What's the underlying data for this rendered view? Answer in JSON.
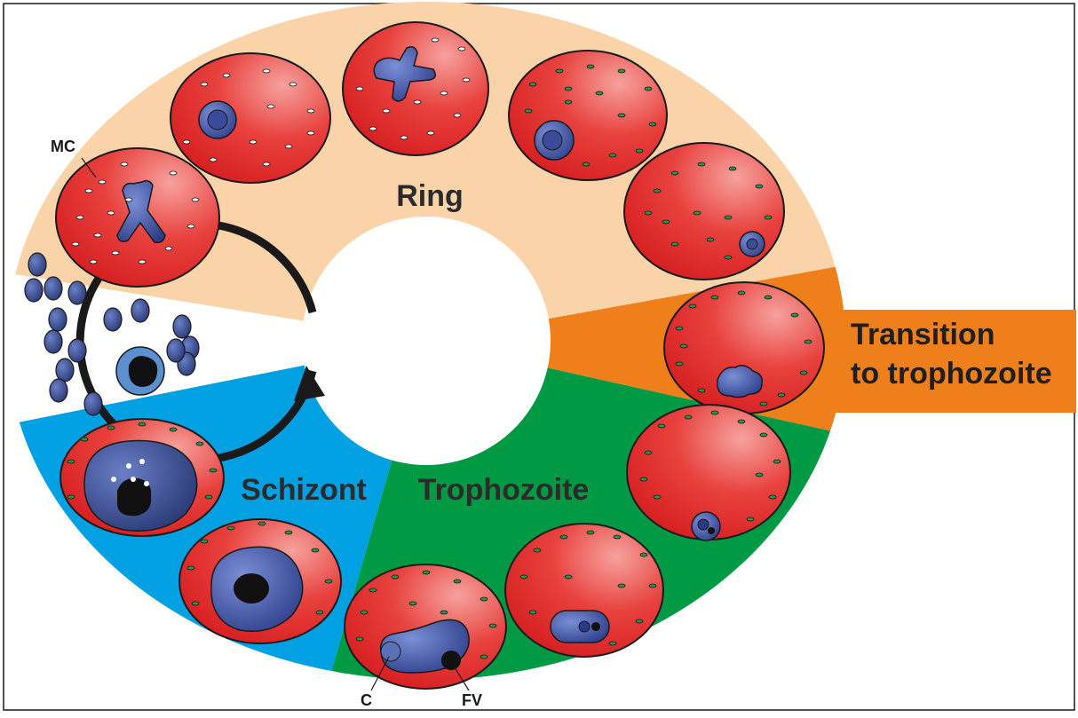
{
  "stages": {
    "ring": "Ring",
    "transition_line1": "Transition",
    "transition_line2": "to trophozoite",
    "trophozoite": "Trophozoite",
    "schizont": "Schizont"
  },
  "labels": {
    "mc": "MC",
    "c": "C",
    "fv": "FV"
  },
  "colors": {
    "ring_sector": "#fbd3a8",
    "transition_sector": "#ef7f1a",
    "trophozoite_sector": "#009a44",
    "schizont_sector": "#00a0e3",
    "rbc": "#e0262a",
    "rbc_light": "#f48a86",
    "parasite": "#3b4b9a",
    "maurers_clefts_green": "#1e9a48",
    "outline": "#1a1a1a"
  }
}
